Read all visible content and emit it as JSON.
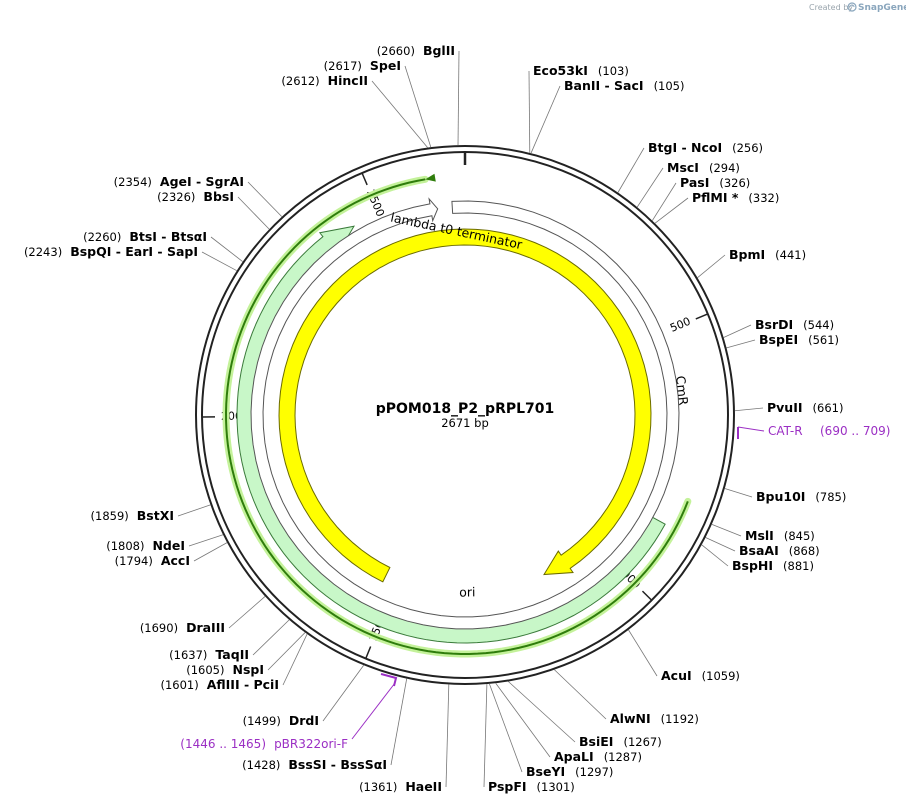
{
  "credit": {
    "prefix": "Created by",
    "brand": "SnapGene"
  },
  "plasmid": {
    "name": "pPOM018_P2_pRPL701",
    "length_label": "2671 bp",
    "length": 2671
  },
  "ticks": [
    {
      "bp": 500,
      "label": "500"
    },
    {
      "bp": 1000,
      "label": "1000"
    },
    {
      "bp": 1500,
      "label": "1500"
    },
    {
      "bp": 2000,
      "label": "2000"
    },
    {
      "bp": 2500,
      "label": "2500"
    }
  ],
  "features": [
    {
      "name": "CmR",
      "start": 2445,
      "end": 880,
      "color": "#c8f7c8",
      "stroke": "#3a7a3a",
      "dir": -1,
      "ring": "inner1"
    },
    {
      "name": "ori",
      "start": 1140,
      "end": 1530,
      "color": "#ffff00",
      "stroke": "#6b6b00",
      "dir": -1,
      "ring": "inner2"
    },
    {
      "name": "lambda t0 terminator",
      "start": 2615,
      "end": 2645,
      "color": "#ffffff",
      "stroke": "#555555",
      "dir": -1,
      "ring": "term"
    }
  ],
  "orf": {
    "start": 2600,
    "end": 825,
    "color": "#2f7d0c",
    "glow": "#c4f29a"
  },
  "enzymes": [
    {
      "name": "BglII",
      "pos": "(2660)",
      "side": "left"
    },
    {
      "name": "SpeI",
      "pos": "(2617)",
      "side": "left"
    },
    {
      "name": "HincII",
      "pos": "(2612)",
      "side": "left"
    },
    {
      "name": "Eco53kI",
      "pos": "(103)",
      "side": "right"
    },
    {
      "name": "BanII  -  SacI",
      "pos": "(105)",
      "side": "right"
    },
    {
      "name": "BtgI  -  NcoI",
      "pos": "(256)",
      "side": "right"
    },
    {
      "name": "MscI",
      "pos": "(294)",
      "side": "right"
    },
    {
      "name": "PasI",
      "pos": "(326)",
      "side": "right"
    },
    {
      "name": "PflMI *",
      "pos": "(332)",
      "side": "right"
    },
    {
      "name": "BpmI",
      "pos": "(441)",
      "side": "right"
    },
    {
      "name": "BsrDI",
      "pos": "(544)",
      "side": "right"
    },
    {
      "name": "BspEI",
      "pos": "(561)",
      "side": "right"
    },
    {
      "name": "PvuII",
      "pos": "(661)",
      "side": "right"
    },
    {
      "name": "Bpu10I",
      "pos": "(785)",
      "side": "right"
    },
    {
      "name": "MslI",
      "pos": "(845)",
      "side": "right"
    },
    {
      "name": "BsaAI",
      "pos": "(868)",
      "side": "right"
    },
    {
      "name": "BspHI",
      "pos": "(881)",
      "side": "right"
    },
    {
      "name": "AcuI",
      "pos": "(1059)",
      "side": "right"
    },
    {
      "name": "AlwNI",
      "pos": "(1192)",
      "side": "right"
    },
    {
      "name": "BsiEI",
      "pos": "(1267)",
      "side": "right"
    },
    {
      "name": "ApaLI",
      "pos": "(1287)",
      "side": "right"
    },
    {
      "name": "BseYI",
      "pos": "(1297)",
      "side": "right"
    },
    {
      "name": "PspFI",
      "pos": "(1301)",
      "side": "right"
    },
    {
      "name": "HaeII",
      "pos": "(1361)",
      "side": "left"
    },
    {
      "name": "BssSI  -  BssSαI",
      "pos": "(1428)",
      "side": "left"
    },
    {
      "name": "DrdI",
      "pos": "(1499)",
      "side": "left"
    },
    {
      "name": "AflIII  -  PciI",
      "pos": "(1601)",
      "side": "left"
    },
    {
      "name": "NspI",
      "pos": "(1605)",
      "side": "left"
    },
    {
      "name": "TaqII",
      "pos": "(1637)",
      "side": "left"
    },
    {
      "name": "DraIII",
      "pos": "(1690)",
      "side": "left"
    },
    {
      "name": "AccI",
      "pos": "(1794)",
      "side": "left"
    },
    {
      "name": "NdeI",
      "pos": "(1808)",
      "side": "left"
    },
    {
      "name": "BstXI",
      "pos": "(1859)",
      "side": "left"
    },
    {
      "name": "BspQI  -  EarI  -  SapI",
      "pos": "(2243)",
      "side": "left"
    },
    {
      "name": "BtsI  -  BtsαI",
      "pos": "(2260)",
      "side": "left"
    },
    {
      "name": "BbsI",
      "pos": "(2326)",
      "side": "left"
    },
    {
      "name": "AgeI  -  SgrAI",
      "pos": "(2354)",
      "side": "left"
    }
  ],
  "primers": [
    {
      "name": "CAT-R",
      "range": "(690 .. 709)",
      "side": "right"
    },
    {
      "name": "pBR322ori-F",
      "range": "(1446 .. 1465)",
      "side": "left"
    }
  ]
}
